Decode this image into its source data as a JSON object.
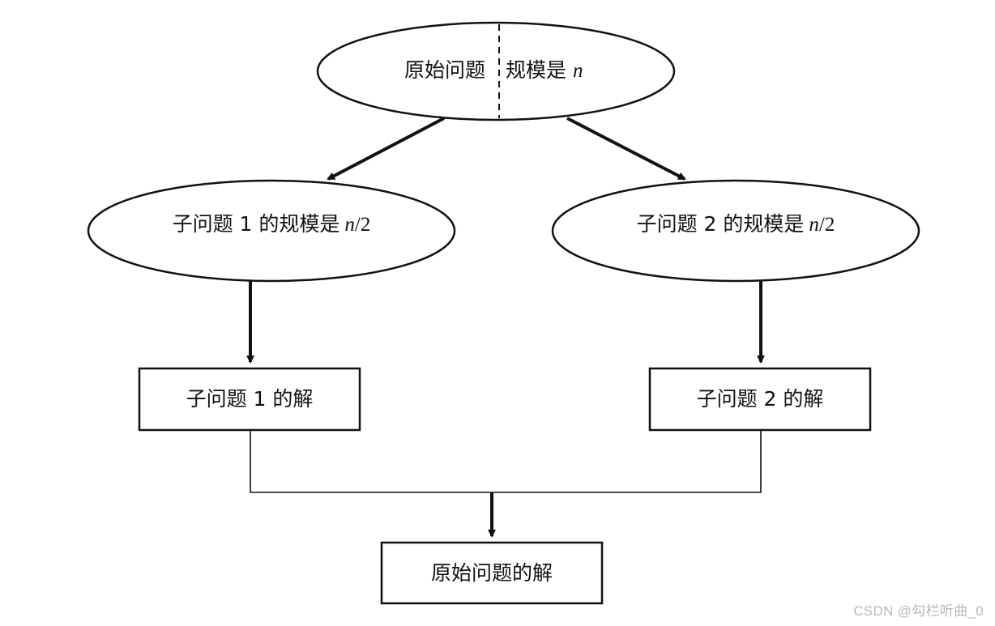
{
  "root": {
    "left_text": "原始问题",
    "right_text": "规模是",
    "var": "n"
  },
  "sub1": {
    "text": "子问题 1 的规模是",
    "var": "n",
    "suffix": "/2"
  },
  "sub2": {
    "text": "子问题 2 的规模是",
    "var": "n",
    "suffix": "/2"
  },
  "sol1": {
    "text": "子问题 1 的解"
  },
  "sol2": {
    "text": "子问题 2 的解"
  },
  "final": {
    "text": "原始问题的解"
  },
  "watermark": "CSDN @勾栏听曲_0"
}
